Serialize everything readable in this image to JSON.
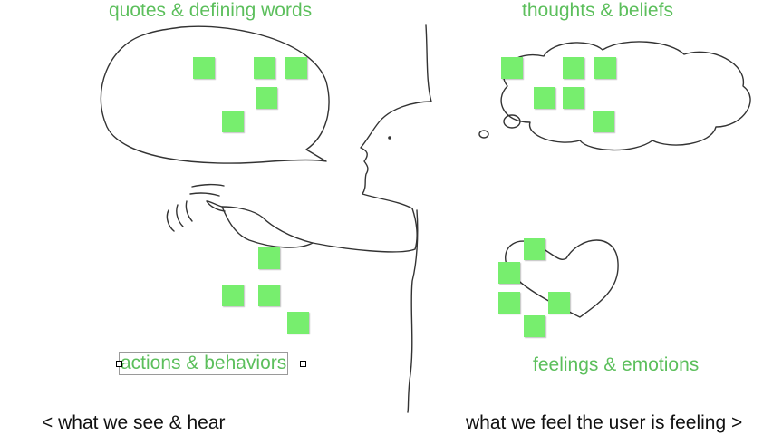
{
  "labels": {
    "quotes": "quotes & defining words",
    "thoughts": "thoughts & beliefs",
    "actions": "actions & behaviors",
    "feelings": "feelings & emotions"
  },
  "footer": {
    "left": "< what we see & hear",
    "right": "what we feel the user is feeling >"
  },
  "colors": {
    "label_green": "#5cbf5c",
    "sticky_green": "#77ee6e",
    "ink": "#333333"
  }
}
